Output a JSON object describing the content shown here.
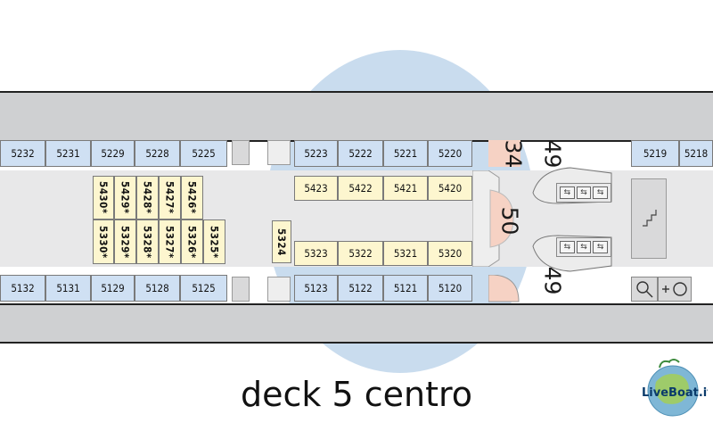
{
  "plan": {
    "caption": "deck 5 centro",
    "logo_text": "LiveBoat.it",
    "landmarks": [
      "34",
      "49",
      "50",
      "49"
    ]
  },
  "cabins": {
    "top_left": [
      "5232",
      "5231",
      "5229",
      "5228",
      "5225"
    ],
    "top_mid": [
      "5223",
      "5222",
      "5221",
      "5220"
    ],
    "top_right": [
      "5219",
      "5218"
    ],
    "inner_upper": [
      "5423",
      "5422",
      "5421",
      "5420"
    ],
    "inner_lower": [
      "5324",
      "5323",
      "5322",
      "5321",
      "5320"
    ],
    "block_upper": [
      "5430*",
      "5429*",
      "5428*",
      "5427*",
      "5426*"
    ],
    "block_lower": [
      "5330*",
      "5329*",
      "5328*",
      "5327*",
      "5326*",
      "5325*"
    ],
    "bottom_left": [
      "5132",
      "5131",
      "5129",
      "5128",
      "5125"
    ],
    "bottom_mid": [
      "5123",
      "5122",
      "5121",
      "5120"
    ]
  },
  "icons": [
    "stair-icon",
    "elevator-icon",
    "search-icon",
    "add-circle-icon",
    "globe-icon"
  ],
  "colors": {
    "cabin_outside": "#cfe0f3",
    "cabin_inside": "#fdf6cf",
    "halo": "#c9dcee"
  }
}
